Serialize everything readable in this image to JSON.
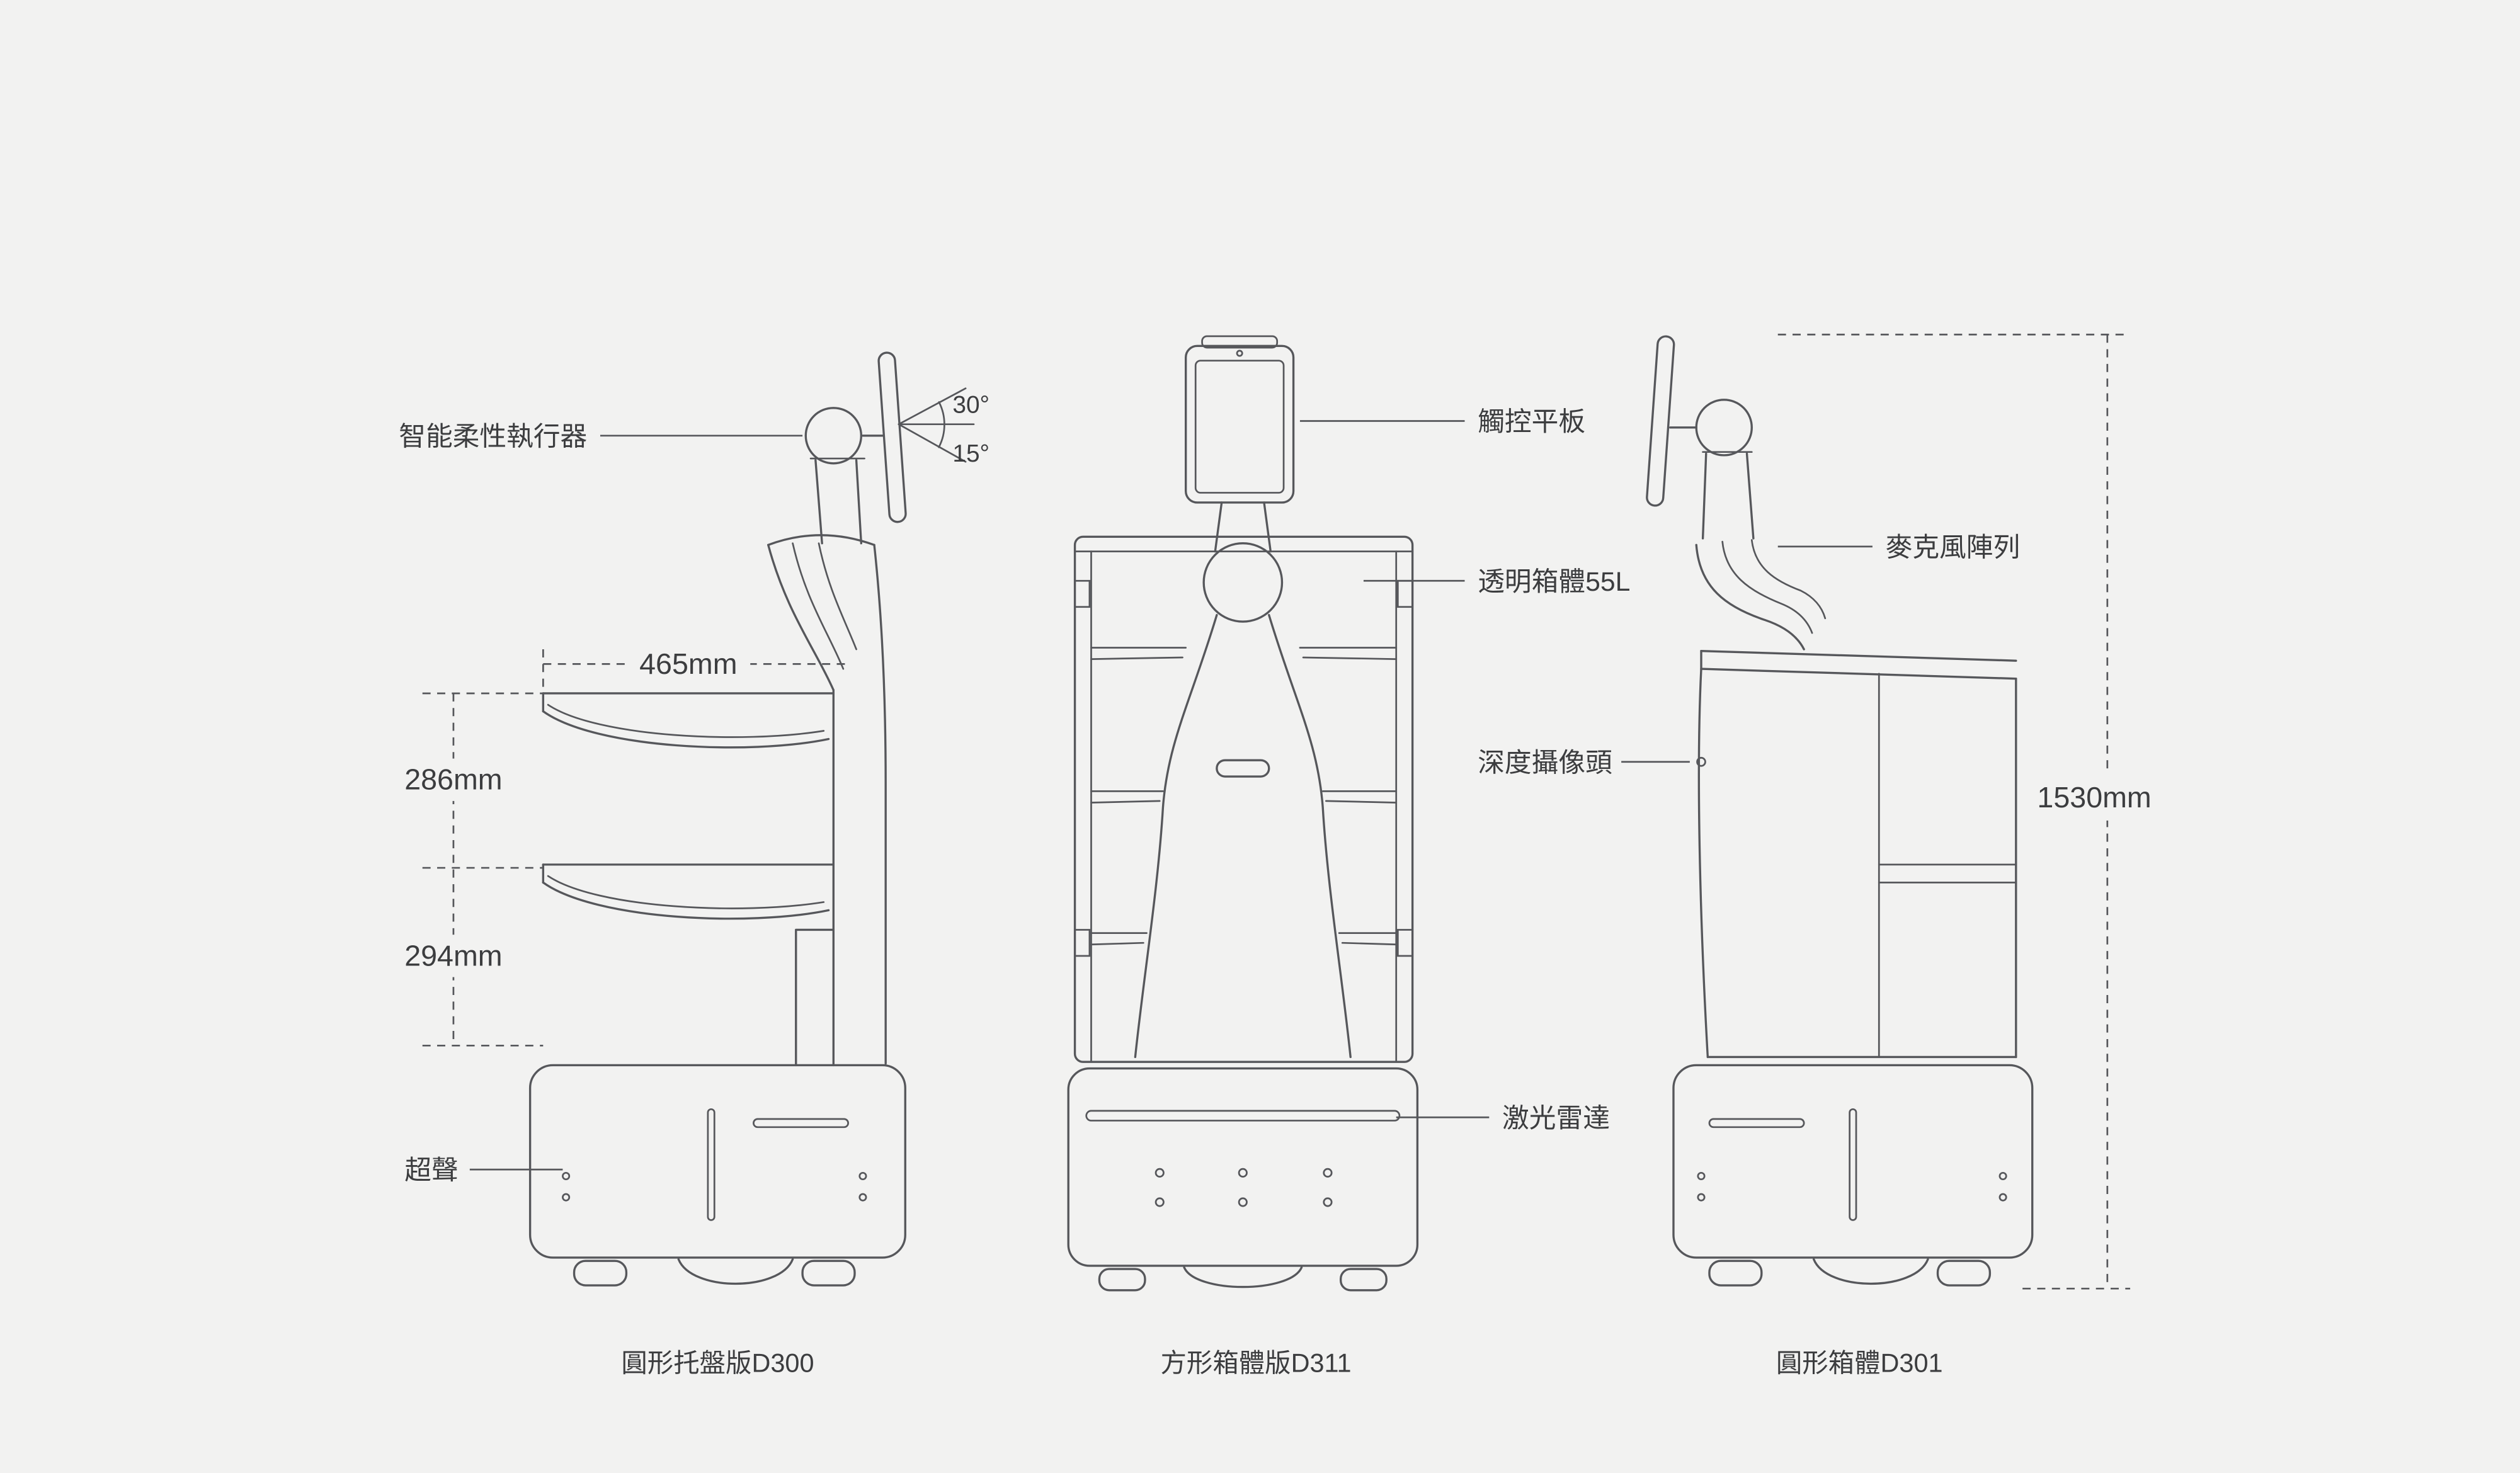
{
  "diagram": {
    "background_color": "#f2f2f1",
    "line_color": "#56575b",
    "text_color": "#3c3d3f",
    "labels": {
      "actuator": "智能柔性執行器",
      "angle_upper": "30°",
      "angle_lower": "15°",
      "tray_width": "465mm",
      "gap_upper": "286mm",
      "gap_lower": "294mm",
      "ultrasonic": "超聲",
      "touch_tablet": "觸控平板",
      "transparent_cabinet": "透明箱體55L",
      "depth_camera": "深度攝像頭",
      "lidar": "激光雷達",
      "mic_array": "麥克風陣列",
      "total_height": "1530mm"
    },
    "captions": {
      "round_tray": "圓形托盤版D300",
      "square_cabinet": "方形箱體版D311",
      "round_cabinet": "圓形箱體D301"
    }
  }
}
